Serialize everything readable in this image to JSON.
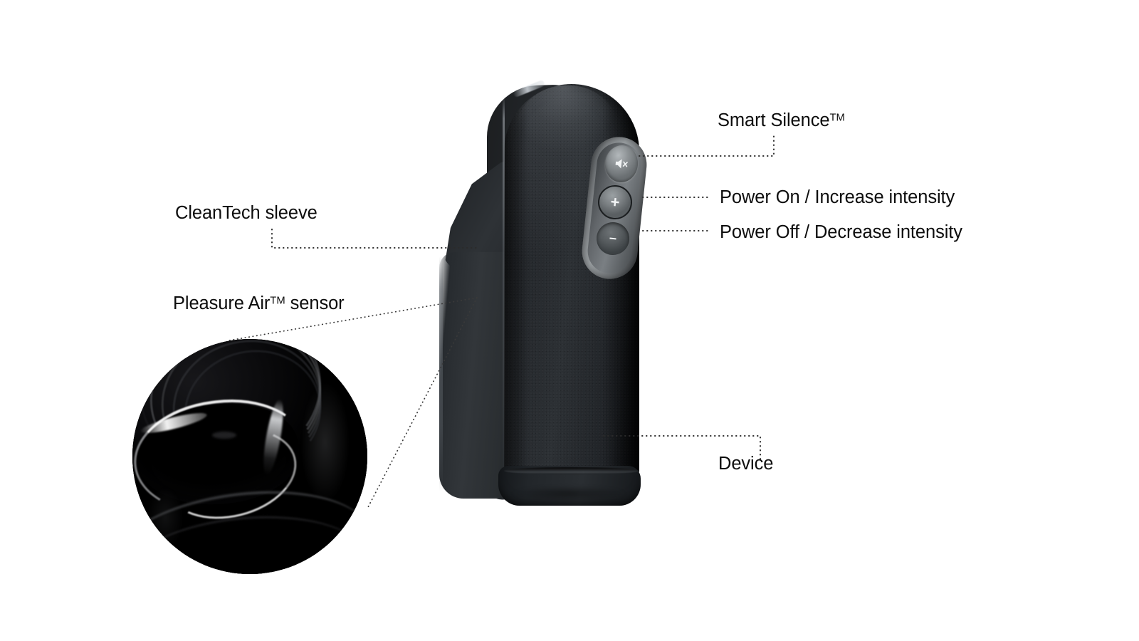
{
  "diagram": {
    "title": "Product feature callout diagram",
    "background_color": "#ffffff",
    "label_color": "#0d0d0d",
    "leader_line_color": "#2b2b2b"
  },
  "callouts": [
    {
      "id": "smart-silence",
      "label_prefix": "Smart Silence",
      "label_superscript": "TM",
      "label_full": "Smart Silence™",
      "side": "right",
      "target": "mute-button"
    },
    {
      "id": "power-on",
      "label_full": "Power On / Increase intensity",
      "side": "right",
      "target": "plus-button"
    },
    {
      "id": "power-off",
      "label_full": "Power Off / Decrease intensity",
      "side": "right",
      "target": "minus-button"
    },
    {
      "id": "cleantech-sleeve",
      "label_full": "CleanTech sleeve",
      "side": "left",
      "target": "sleeve-panel"
    },
    {
      "id": "pleasure-air-sensor",
      "label_prefix": "Pleasure Air",
      "label_superscript": "TM",
      "label_suffix": " sensor",
      "label_full": "Pleasure Air™ sensor",
      "side": "left",
      "target": "sensor-inset"
    },
    {
      "id": "device",
      "label_full": "Device",
      "side": "right",
      "target": "device-body"
    }
  ],
  "buttons": {
    "mute": {
      "name": "mute",
      "glyph": "speaker-mute-icon",
      "function": "Smart Silence™"
    },
    "plus": {
      "name": "increase",
      "glyph": "+",
      "function": "Power On / Increase intensity"
    },
    "minus": {
      "name": "decrease",
      "glyph": "−",
      "function": "Power Off / Decrease intensity"
    }
  },
  "product": {
    "body_color": "#26292c",
    "spine_color": "#1c1f22",
    "sleeve_color": "#32363a",
    "button_strip_color": "#8a8f92",
    "inset_color": "#000000"
  }
}
